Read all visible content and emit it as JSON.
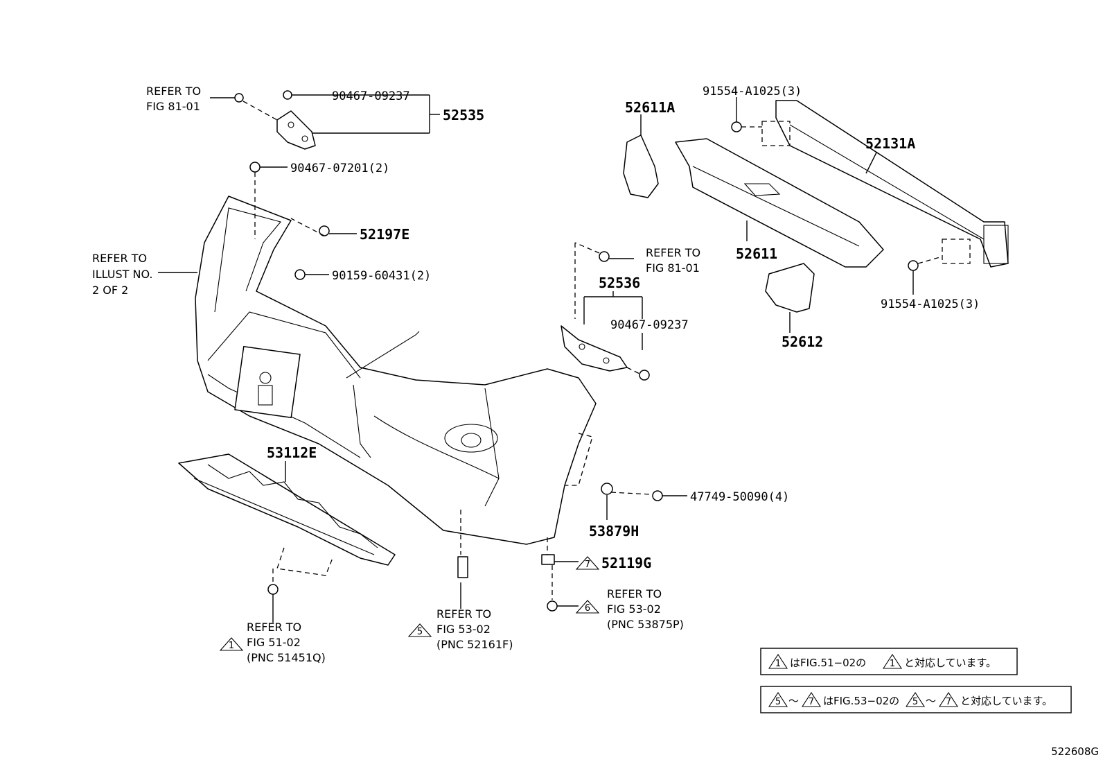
{
  "diagram": {
    "sheet_id": "522608G",
    "labels": {
      "refer_fig8101_left_l1": "REFER TO",
      "refer_fig8101_left_l2": "FIG 81-01",
      "p_90467_09237_top": "90467-09237",
      "p_52535": "52535",
      "p_90467_07201": "90467-07201(2)",
      "p_52197E": "52197E",
      "refer_illust_l1": "REFER TO",
      "refer_illust_l2": "ILLUST NO.",
      "refer_illust_l3": "2 OF 2",
      "p_90159_60431": "90159-60431(2)",
      "p_52611A": "52611A",
      "p_91554_top": "91554-A1025(3)",
      "p_52131A": "52131A",
      "p_52611": "52611",
      "p_91554_right": "91554-A1025(3)",
      "p_52612": "52612",
      "refer_fig8101_mid_l1": "REFER TO",
      "refer_fig8101_mid_l2": "FIG 81-01",
      "p_52536": "52536",
      "p_90467_09237_mid": "90467-09237",
      "p_53112E": "53112E",
      "p_47749_50090": "47749-50090(4)",
      "p_53879H": "53879H",
      "p_52119G": "52119G",
      "refer_6_l1": "REFER TO",
      "refer_6_l2": "FIG 53-02",
      "refer_6_l3": "(PNC 53875P)",
      "refer_5_l1": "REFER TO",
      "refer_5_l2": "FIG 53-02",
      "refer_5_l3": "(PNC 52161F)",
      "refer_1_l1": "REFER TO",
      "refer_1_l2": "FIG 51-02",
      "refer_1_l3": "(PNC 51451Q)"
    },
    "triangles": {
      "t1": "1",
      "t5": "5",
      "t6": "6",
      "t7": "7",
      "note1_a": "1",
      "note1_b": "1",
      "note2_a": "5",
      "note2_b": "7",
      "note2_c": "5",
      "note2_d": "7"
    },
    "notes": {
      "note1_mid": "はFIG.51−02の",
      "note1_end": "と対応しています。",
      "note2_tilde1": "〜",
      "note2_mid": "はFIG.53−02の",
      "note2_tilde2": "〜",
      "note2_end": "と対応しています。"
    }
  }
}
